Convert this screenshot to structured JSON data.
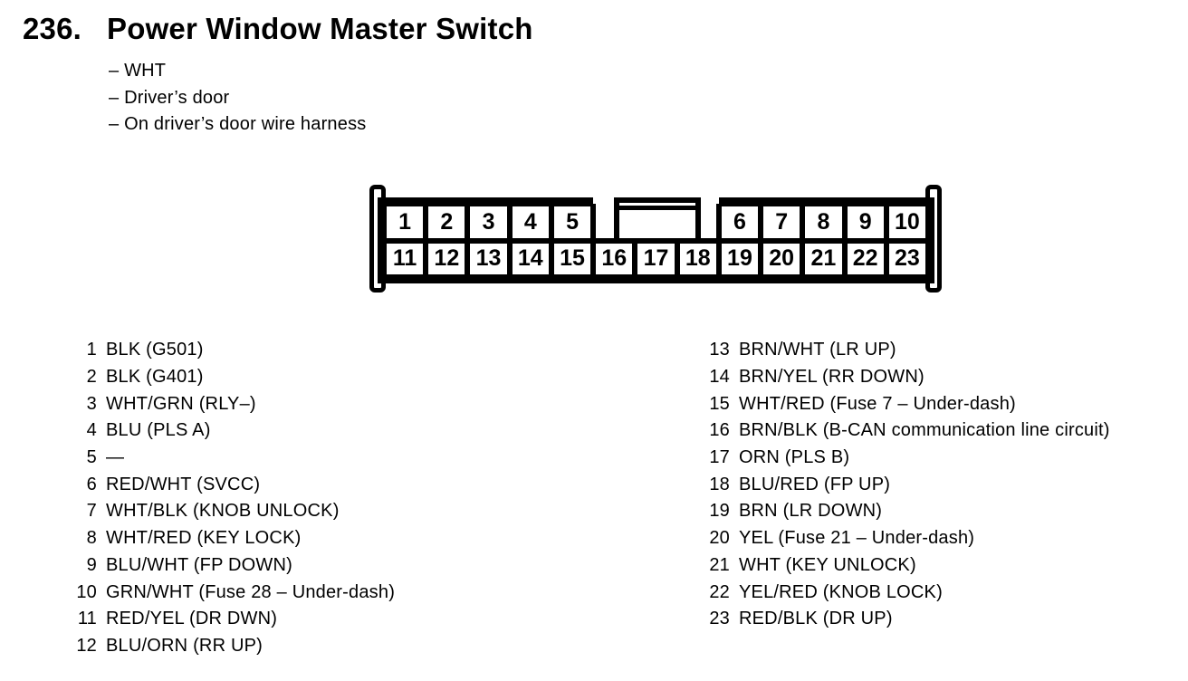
{
  "page": {
    "index": "236.",
    "title": "Power Window Master Switch",
    "notes": [
      {
        "text": "– WHT"
      },
      {
        "text": "– Driver’s door"
      },
      {
        "text": "– On driver’s door wire harness"
      }
    ],
    "ink_color": "#000000",
    "paper_color": "#ffffff"
  },
  "connector": {
    "top_left_pins": [
      "1",
      "2",
      "3",
      "4",
      "5"
    ],
    "top_right_pins": [
      "6",
      "7",
      "8",
      "9",
      "10"
    ],
    "bottom_pins": [
      "11",
      "12",
      "13",
      "14",
      "15",
      "16",
      "17",
      "18",
      "19",
      "20",
      "21",
      "22",
      "23"
    ]
  },
  "pin_list": {
    "left": [
      {
        "n": "1",
        "label": "BLK (G501)"
      },
      {
        "n": "2",
        "label": "BLK (G401)"
      },
      {
        "n": "3",
        "label": "WHT/GRN (RLY–)"
      },
      {
        "n": "4",
        "label": "BLU (PLS A)"
      },
      {
        "n": "5",
        "label": "—"
      },
      {
        "n": "6",
        "label": "RED/WHT (SVCC)"
      },
      {
        "n": "7",
        "label": "WHT/BLK (KNOB UNLOCK)"
      },
      {
        "n": "8",
        "label": "WHT/RED (KEY LOCK)"
      },
      {
        "n": "9",
        "label": "BLU/WHT (FP DOWN)"
      },
      {
        "n": "10",
        "label": "GRN/WHT (Fuse 28 – Under-dash)"
      },
      {
        "n": "11",
        "label": "RED/YEL (DR DWN)"
      },
      {
        "n": "12",
        "label": "BLU/ORN (RR UP)"
      }
    ],
    "right": [
      {
        "n": "13",
        "label": "BRN/WHT (LR UP)"
      },
      {
        "n": "14",
        "label": "BRN/YEL (RR DOWN)"
      },
      {
        "n": "15",
        "label": "WHT/RED (Fuse 7 – Under-dash)"
      },
      {
        "n": "16",
        "label": "BRN/BLK (B-CAN communication line circuit)"
      },
      {
        "n": "17",
        "label": "ORN (PLS B)"
      },
      {
        "n": "18",
        "label": "BLU/RED (FP UP)"
      },
      {
        "n": "19",
        "label": "BRN (LR DOWN)"
      },
      {
        "n": "20",
        "label": "YEL (Fuse 21 – Under-dash)"
      },
      {
        "n": "21",
        "label": "WHT (KEY UNLOCK)"
      },
      {
        "n": "22",
        "label": "YEL/RED (KNOB LOCK)"
      },
      {
        "n": "23",
        "label": "RED/BLK (DR UP)"
      }
    ]
  }
}
